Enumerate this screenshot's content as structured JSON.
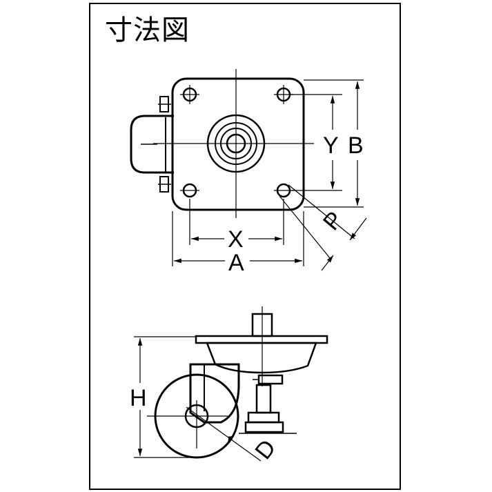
{
  "title": "寸法図",
  "labels": {
    "X": "X",
    "A": "A",
    "Y": "Y",
    "B": "B",
    "P": "P",
    "H": "H",
    "D": "D"
  }
}
